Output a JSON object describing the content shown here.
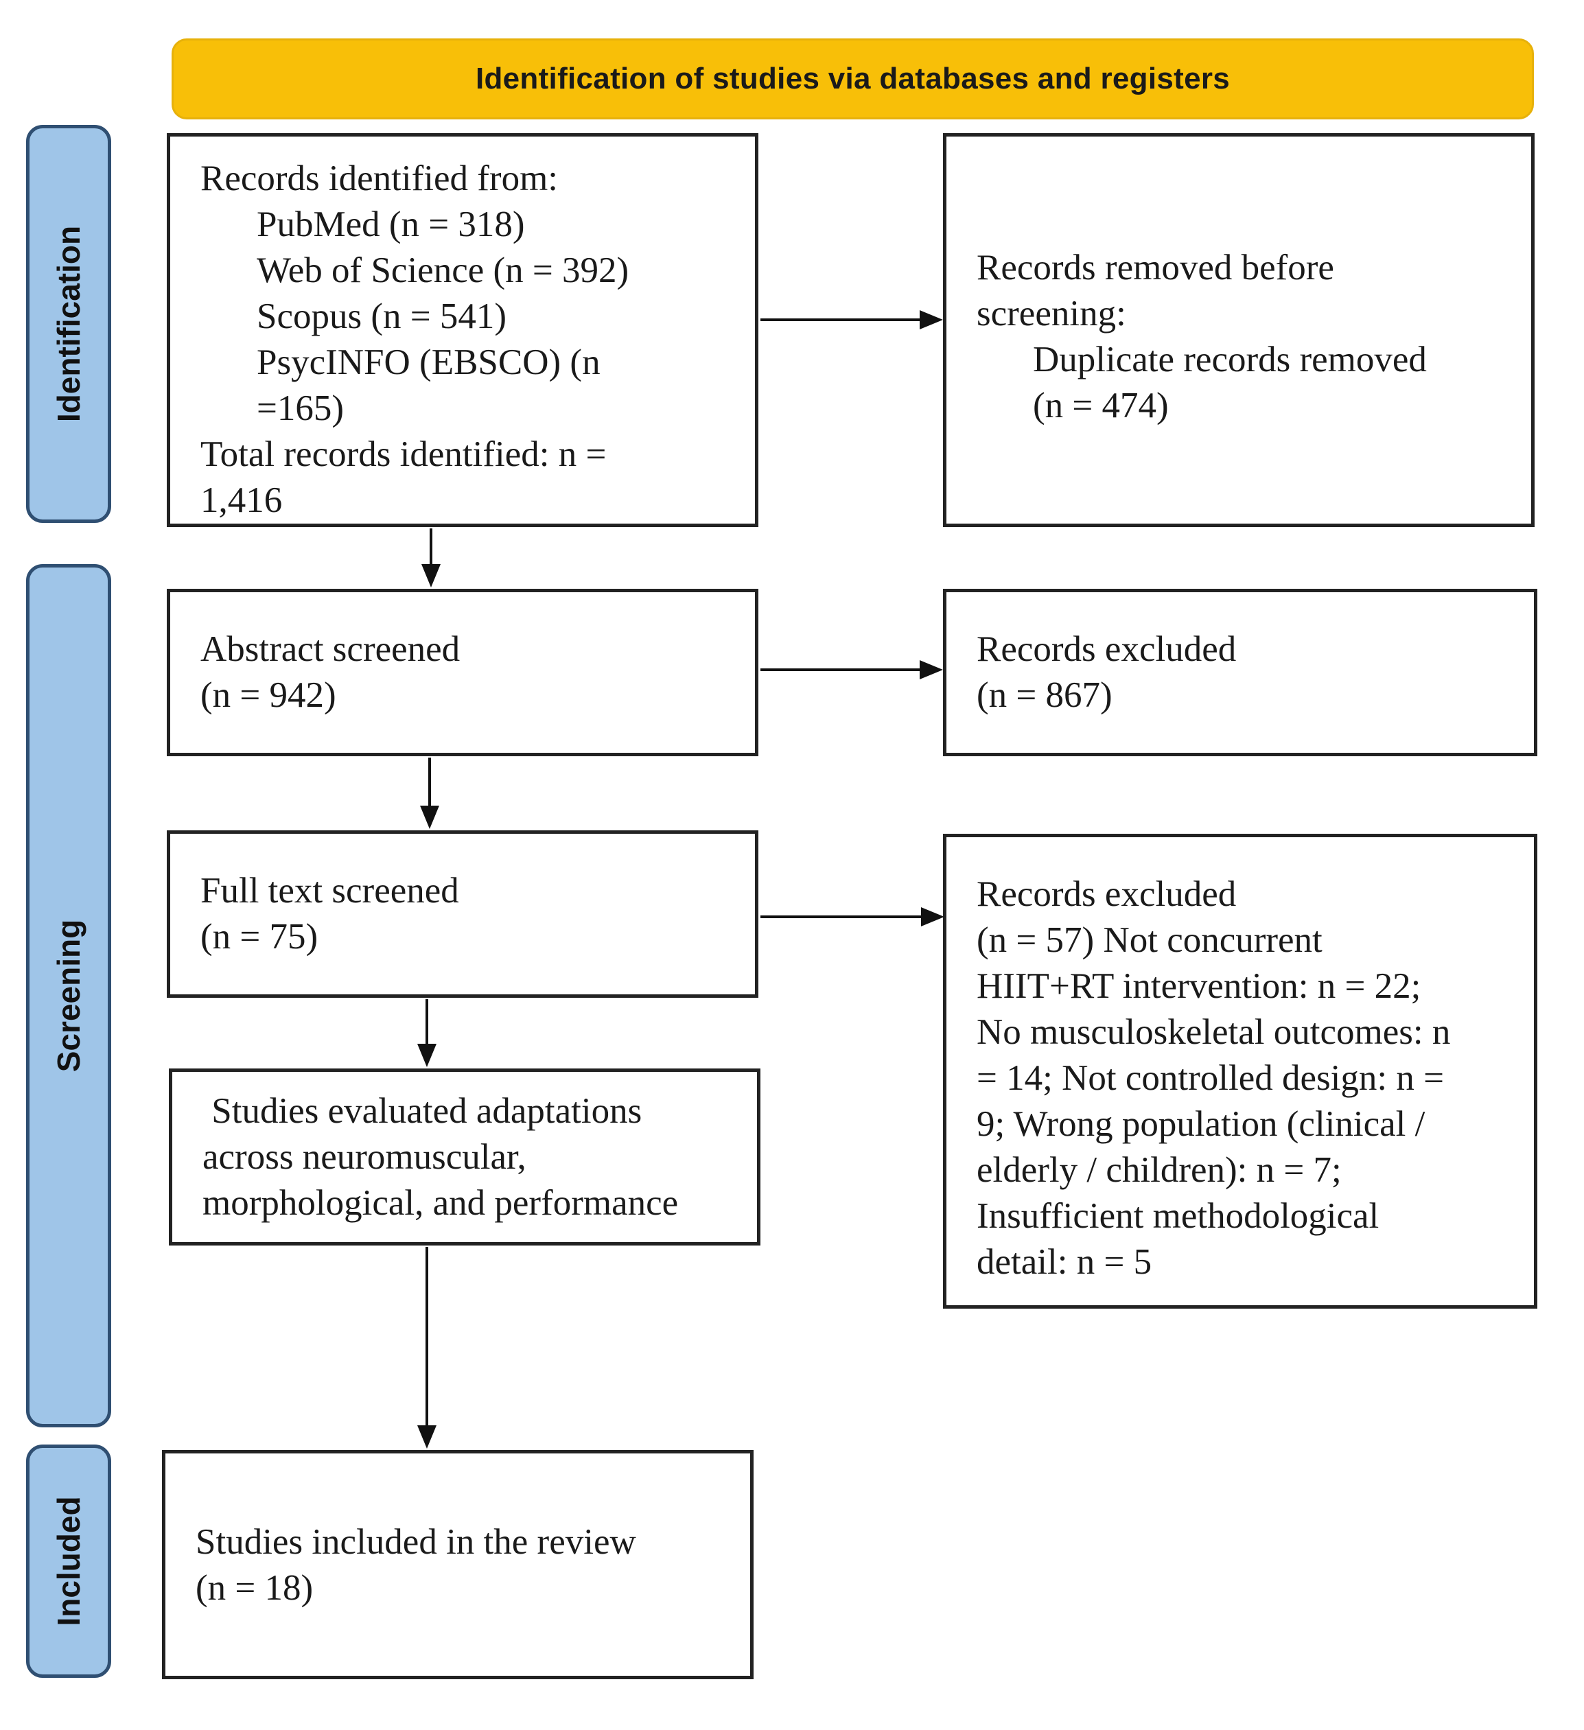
{
  "header": {
    "title": "Identification of studies via databases and registers"
  },
  "phases": {
    "identification": "Identification",
    "screening": "Screening",
    "included": "Included"
  },
  "identification_box": {
    "heading": "Records identified from:",
    "sources": [
      "PubMed (n = 318)",
      "Web of Science (n = 392)",
      "Scopus (n = 541)",
      "PsycINFO (EBSCO) (n",
      "=165)"
    ],
    "total_line1": "Total records identified: n =",
    "total_line2": "1,416"
  },
  "removed_box": {
    "line1": "Records removed before",
    "line2": "screening:",
    "line3": "Duplicate records removed",
    "line4": "(n = 474)"
  },
  "abstract_box": {
    "line1": "Abstract screened",
    "line2": "(n = 942)"
  },
  "excluded_abstract_box": {
    "line1": "Records excluded",
    "line2": "(n = 867)"
  },
  "fulltext_box": {
    "line1": "Full text screened",
    "line2": "(n = 75)"
  },
  "excluded_fulltext_box": {
    "lines": [
      "Records excluded",
      "(n = 57) Not concurrent",
      "HIIT+RT intervention: n = 22;",
      "No musculoskeletal outcomes: n",
      "= 14;  Not controlled design: n =",
      "9; Wrong population (clinical /",
      "elderly / children): n = 7;",
      "Insufficient methodological",
      "detail: n = 5"
    ]
  },
  "evaluated_box": {
    "lines": [
      " Studies evaluated adaptations",
      "across neuromuscular,",
      "morphological, and performance"
    ]
  },
  "included_box": {
    "line1": "Studies included in the review",
    "line2": "(n = 18)"
  },
  "colors": {
    "banner": "#f8bf08",
    "phase_fill": "#9fc5e8",
    "phase_border": "#2f4f72",
    "box_border": "#222222"
  }
}
